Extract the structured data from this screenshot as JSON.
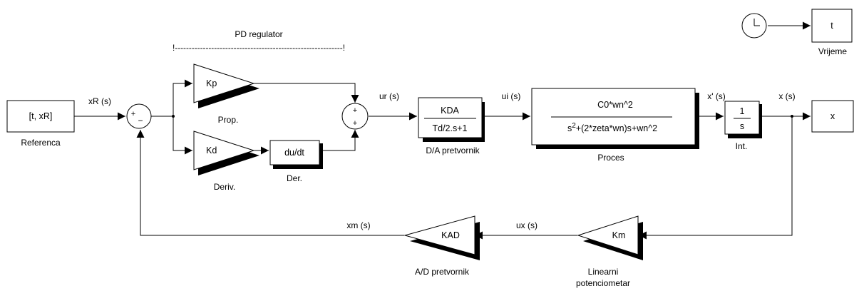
{
  "title": "PD regulator",
  "title_bracket": "!------------------------------------------------------------!",
  "blocks": {
    "reference": {
      "content": "[t, xR]",
      "label": "Referenca"
    },
    "sum1": {
      "plus": "+",
      "minus": "−"
    },
    "prop_gain": {
      "content": "Kp",
      "label": "Prop."
    },
    "deriv_gain": {
      "content": "Kd",
      "label": "Deriv."
    },
    "derivative": {
      "content": "du/dt",
      "label": "Der."
    },
    "sum2": {
      "plus_top": "+",
      "plus_bottom": "+"
    },
    "da_converter": {
      "num": "KDA",
      "den": "Td/2.s+1",
      "label": "D/A pretvornik"
    },
    "process": {
      "num": "C0*wn^2",
      "den_s": "s",
      "den_exp": "2",
      "den_rest": "+(2*zeta*wn)s+wn^2",
      "label": "Proces"
    },
    "integrator": {
      "num": "1",
      "den": "s",
      "label": "Int."
    },
    "output_scope": {
      "content": "x"
    },
    "clock": {
      "icon": "clock-icon"
    },
    "time_scope": {
      "content": "t",
      "label": "Vrijeme"
    },
    "potentiometer_gain": {
      "content": "Km",
      "label_line1": "Linearni",
      "label_line2": "potenciometar"
    },
    "ad_converter": {
      "content": "KAD",
      "label": "A/D pretvornik"
    }
  },
  "signals": {
    "xR": "xR (s)",
    "ur": "ur (s)",
    "ui": "ui (s)",
    "xprime": "x' (s)",
    "x": "x (s)",
    "ux": "ux (s)",
    "xm": "xm (s)"
  }
}
